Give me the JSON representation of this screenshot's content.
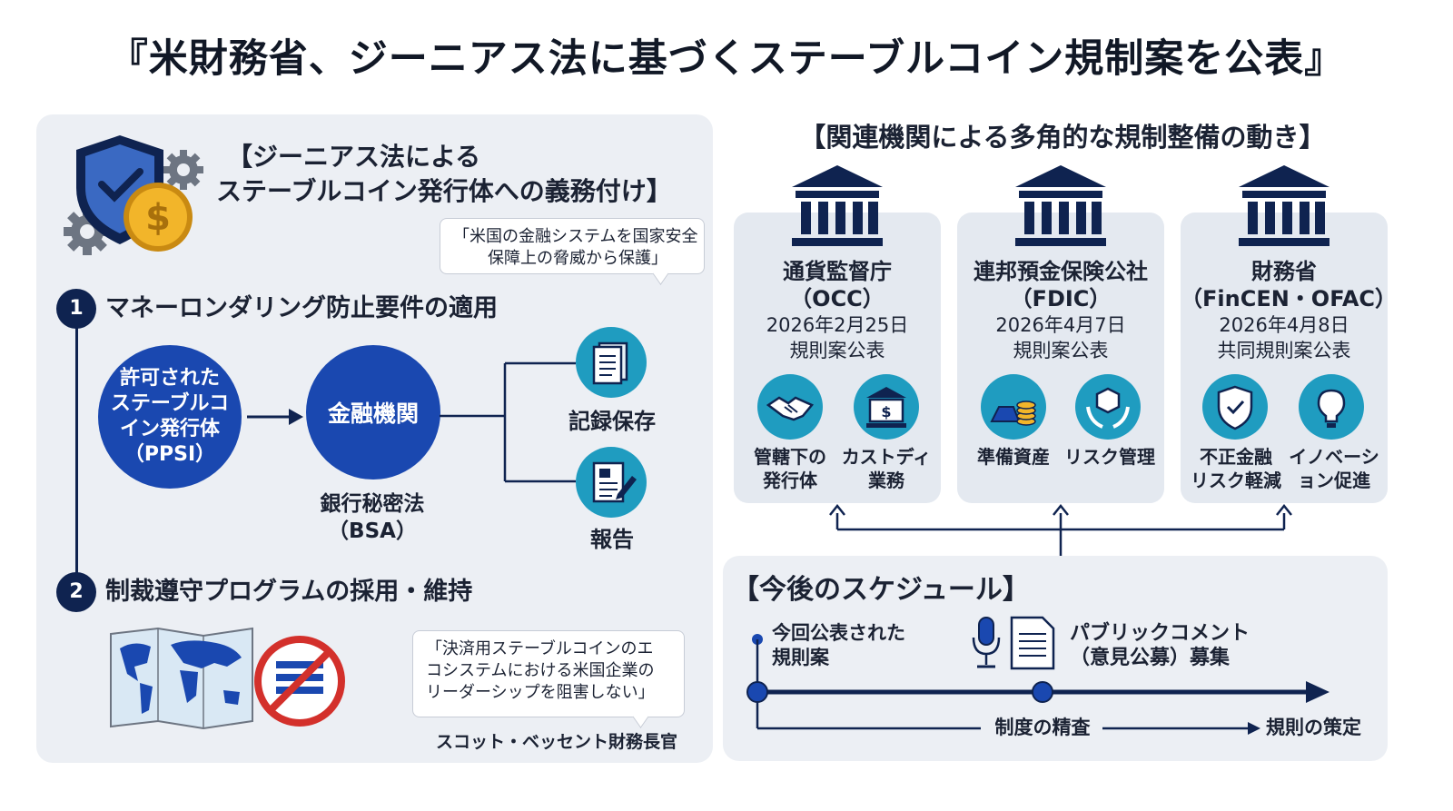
{
  "title": "『米財務省、ジーニアス法に基づくステーブルコイン規制案を公表』",
  "left": {
    "heading_line1": "【ジーニアス法による",
    "heading_line2": "ステーブルコイン発行体への義務付け】",
    "quote_top_line1": "「米国の金融システムを国家安全",
    "quote_top_line2": "保障上の脅威から保護」",
    "step1": {
      "number": "1",
      "label": "マネーロンダリング防止要件の適用"
    },
    "issuer_line1": "許可された",
    "issuer_line2": "ステーブルコ",
    "issuer_line3": "イン発行体",
    "issuer_line4": "（PPSI）",
    "bank_label": "金融機関",
    "bsa_line1": "銀行秘密法",
    "bsa_line2": "（BSA）",
    "record_label": "記録保存",
    "report_label": "報告",
    "step2": {
      "number": "2",
      "label": "制裁遵守プログラムの採用・維持"
    },
    "quote_bottom_line1": "「決済用ステーブルコインのエ",
    "quote_bottom_line2": "コシステムにおける米国企業の",
    "quote_bottom_line3": "リーダーシップを阻害しない」",
    "speaker": "スコット・ベッセント財務長官"
  },
  "right": {
    "heading": "【関連機関による多角的な規制整備の動き】",
    "agencies": [
      {
        "name1": "通貨監督庁",
        "name2": "（OCC）",
        "date": "2026年2月25日",
        "status": "規則案公表",
        "topics": [
          {
            "line1": "管轄下の",
            "line2": "発行体",
            "icon": "handshake-icon"
          },
          {
            "line1": "カストディ",
            "line2": "業務",
            "icon": "vault-icon"
          }
        ]
      },
      {
        "name1": "連邦預金保険公社",
        "name2": "（FDIC）",
        "date": "2026年4月7日",
        "status": "規則案公表",
        "topics": [
          {
            "line1": "準備資産",
            "line2": "",
            "icon": "gold-coins-icon"
          },
          {
            "line1": "リスク管理",
            "line2": "",
            "icon": "hands-cube-icon"
          }
        ]
      },
      {
        "name1": "財務省",
        "name2": "（FinCEN・OFAC）",
        "date": "2026年4月8日",
        "status": "共同規則案公表",
        "topics": [
          {
            "line1": "不正金融",
            "line2": "リスク軽減",
            "icon": "shield-check-icon"
          },
          {
            "line1": "イノベーシ",
            "line2": "ョン促進",
            "icon": "lightbulb-icon"
          }
        ]
      }
    ],
    "schedule": {
      "heading": "【今後のスケジュール】",
      "current_line1": "今回公表された",
      "current_line2": "規則案",
      "comment_line1": "パブリックコメント",
      "comment_line2": "（意見公募）募集",
      "review": "制度の精査",
      "final": "規則の策定"
    }
  },
  "colors": {
    "navy": "#0f2350",
    "blue": "#1a48b0",
    "teal": "#1f9cc0",
    "gold": "#e9a71d",
    "red": "#d3302b",
    "panel": "#eceff4"
  }
}
